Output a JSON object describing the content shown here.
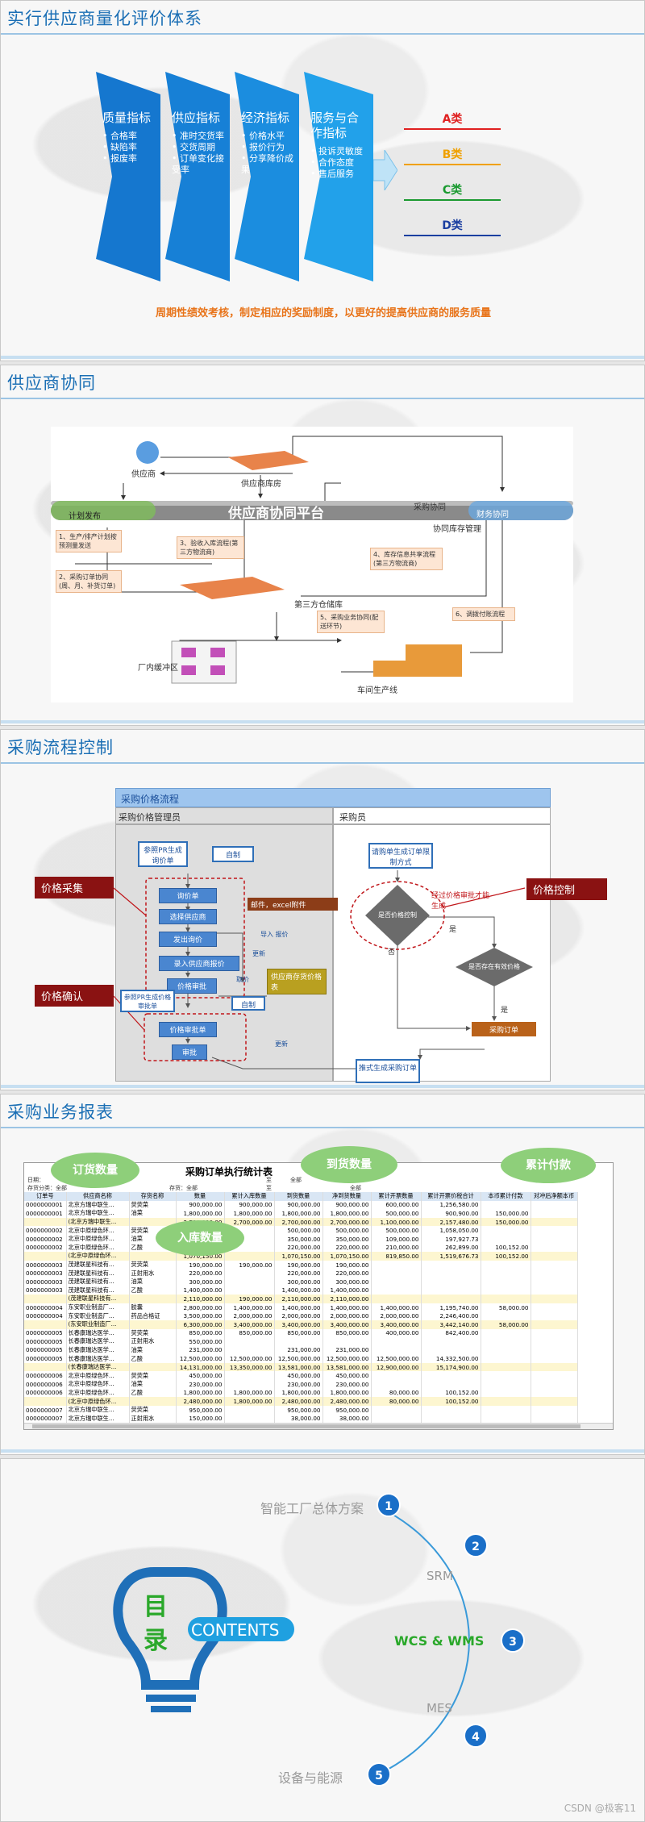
{
  "slides": {
    "s1": {
      "title": "实行供应商量化评价体系",
      "columns": [
        {
          "title": "质量指标",
          "items": [
            "合格率",
            "缺陷率",
            "报废率"
          ]
        },
        {
          "title": "供应指标",
          "items": [
            "准时交货率",
            "交货周期",
            "订单变化接受率"
          ]
        },
        {
          "title": "经济指标",
          "items": [
            "价格水平",
            "报价行为",
            "分享降价成果"
          ]
        },
        {
          "title": "服务与合作指标",
          "items": [
            "投诉灵敏度",
            "合作态度",
            "售后服务"
          ]
        }
      ],
      "grades": [
        "A类",
        "B类",
        "C类",
        "D类"
      ],
      "grade_colors": [
        "#e02020",
        "#f0a000",
        "#1a9a30",
        "#1b3fa0"
      ],
      "note": "周期性绩效考核，制定相应的奖励制度，以更好的提高供应商的服务质量"
    },
    "s2": {
      "title": "供应商协同",
      "platform": "供应商协同平台",
      "labels": {
        "supplier": "供应商",
        "warehouse": "供应商库房",
        "plan": "计划发布",
        "collab": "采购协同",
        "fin": "财务协同",
        "inv": "协同库存管理",
        "third": "第三方仓储库",
        "buffer": "厂内缓冲区",
        "line": "车间生产线"
      },
      "notes": [
        "1、生产/排产计划按预测量发送",
        "2、采购订单协同(周、月、补货订单)",
        "3、验收入库流程(第三方物流商)",
        "4、库存信息共享流程(第三方物流商)",
        "5、采购业务协同(配送环节)",
        "6、调拨付账流程"
      ]
    },
    "s3": {
      "title": "采购流程控制",
      "header": "采购价格流程",
      "lane1": "采购价格管理员",
      "lane2": "采购员",
      "boxes": {
        "ref_pr": "参照PR生成询价单",
        "self": "自制",
        "inquiry": "询价单",
        "select": "选择供应商",
        "send": "发出询价",
        "entry": "录入供应商报价",
        "approve_price": "价格审批",
        "ref_pr2": "参照PR生成价格审批单",
        "self2": "自制",
        "price_approval": "价格审批单",
        "review": "审批",
        "supplier_list": "供应商存货价格表",
        "mail": "邮件，excel附件",
        "import": "导入 报价",
        "update": "更新",
        "fetch": "取价",
        "update2": "更新",
        "req": "请购单生成订单限制方式",
        "control": "是否价格控制",
        "valid": "是否存在有效价格",
        "po": "采购订单",
        "push": "推式生成采购订单",
        "yes": "是",
        "no": "否",
        "yes2": "是",
        "warn": "经过价格审批才能生成"
      },
      "callouts": [
        "价格采集",
        "价格确认",
        "价格控制"
      ]
    },
    "s4": {
      "title": "采购业务报表",
      "report_title": "采购订单执行统计表",
      "meta1": "日期：",
      "meta2": "存货分类：全部",
      "meta3": "存货：全部",
      "meta4": "至",
      "meta5": "全部",
      "meta6": "至",
      "meta7": "全部",
      "bubbles": [
        "订货数量",
        "到货数量",
        "累计付款",
        "入库数量"
      ],
      "headers": [
        "订单号",
        "供应商名称",
        "存货名称",
        "数量",
        "累计入库数量",
        "到货数量",
        "净到货数量",
        "累计开票数量",
        "累计开票价税合计",
        "本币累计付款",
        "对冲后净额本币"
      ],
      "rows": [
        [
          "0000000001",
          "北京方瑞中联生...",
          "荧荧菜",
          "900,000.00",
          "900,000.00",
          "900,000.00",
          "900,000.00",
          "600,000.00",
          "1,256,580.00",
          "",
          ""
        ],
        [
          "0000000001",
          "北京方瑞中联生...",
          "油菜",
          "1,800,000.00",
          "1,800,000.00",
          "1,800,000.00",
          "1,800,000.00",
          "500,000.00",
          "900,900.00",
          "150,000.00",
          ""
        ],
        [
          "",
          "(北京方瑞中联生...",
          "",
          "2,700,000.00",
          "2,700,000.00",
          "2,700,000.00",
          "2,700,000.00",
          "1,100,000.00",
          "2,157,480.00",
          "150,000.00",
          ""
        ],
        [
          "0000000002",
          "北京中原绿色环...",
          "荧荧菜",
          "500,000.00",
          "",
          "500,000.00",
          "500,000.00",
          "500,000.00",
          "1,058,050.00",
          "",
          ""
        ],
        [
          "0000000002",
          "北京中原绿色环...",
          "油菜",
          "350,000.00",
          "",
          "350,000.00",
          "350,000.00",
          "109,000.00",
          "197,927.73",
          "",
          ""
        ],
        [
          "0000000002",
          "北京中原绿色环...",
          "乙酸",
          "220,000.00",
          "",
          "220,000.00",
          "220,000.00",
          "210,000.00",
          "262,899.00",
          "100,152.00",
          ""
        ],
        [
          "",
          "(北京中原绿色环...",
          "",
          "1,070,150.00",
          "",
          "1,070,150.00",
          "1,070,150.00",
          "819,850.00",
          "1,519,676.73",
          "100,152.00",
          ""
        ],
        [
          "0000000003",
          "茂建联星科技有...",
          "荧荧菜",
          "190,000.00",
          "190,000.00",
          "190,000.00",
          "190,000.00",
          "",
          "",
          "",
          ""
        ],
        [
          "0000000003",
          "茂建联星科技有...",
          "正射用水",
          "220,000.00",
          "",
          "220,000.00",
          "220,000.00",
          "",
          "",
          "",
          ""
        ],
        [
          "0000000003",
          "茂建联星科技有...",
          "油菜",
          "300,000.00",
          "",
          "300,000.00",
          "300,000.00",
          "",
          "",
          "",
          ""
        ],
        [
          "0000000003",
          "茂建联星科技有...",
          "乙酸",
          "1,400,000.00",
          "",
          "1,400,000.00",
          "1,400,000.00",
          "",
          "",
          "",
          ""
        ],
        [
          "",
          "(茂建联星科技有...",
          "",
          "2,110,000.00",
          "190,000.00",
          "2,110,000.00",
          "2,110,000.00",
          "",
          "",
          "",
          ""
        ],
        [
          "0000000004",
          "东安职业制造厂...",
          "胶囊",
          "2,800,000.00",
          "1,400,000.00",
          "1,400,000.00",
          "1,400,000.00",
          "1,400,000.00",
          "1,195,740.00",
          "58,000.00",
          ""
        ],
        [
          "0000000004",
          "东安职业制造厂...",
          "药品合格证",
          "3,500,000.00",
          "2,000,000.00",
          "2,000,000.00",
          "2,000,000.00",
          "2,000,000.00",
          "2,246,400.00",
          "",
          ""
        ],
        [
          "",
          "(东安职业制造厂...",
          "",
          "6,300,000.00",
          "3,400,000.00",
          "3,400,000.00",
          "3,400,000.00",
          "3,400,000.00",
          "3,442,140.00",
          "58,000.00",
          ""
        ],
        [
          "0000000005",
          "长春康瑞达医学...",
          "荧荧菜",
          "850,000.00",
          "850,000.00",
          "850,000.00",
          "850,000.00",
          "400,000.00",
          "842,400.00",
          "",
          ""
        ],
        [
          "0000000005",
          "长春康瑞达医学...",
          "正射用水",
          "550,000.00",
          "",
          "",
          "",
          "",
          "",
          "",
          ""
        ],
        [
          "0000000005",
          "长春康瑞达医学...",
          "油菜",
          "231,000.00",
          "",
          "231,000.00",
          "231,000.00",
          "",
          "",
          "",
          ""
        ],
        [
          "0000000005",
          "长春康瑞达医学...",
          "乙酸",
          "12,500,000.00",
          "12,500,000.00",
          "12,500,000.00",
          "12,500,000.00",
          "12,500,000.00",
          "14,332,500.00",
          "",
          ""
        ],
        [
          "",
          "(长春康瑞达医学...",
          "",
          "14,131,000.00",
          "13,350,000.00",
          "13,581,000.00",
          "13,581,000.00",
          "12,900,000.00",
          "15,174,900.00",
          "",
          ""
        ],
        [
          "0000000006",
          "北京中原绿色环...",
          "荧荧菜",
          "450,000.00",
          "",
          "450,000.00",
          "450,000.00",
          "",
          "",
          "",
          ""
        ],
        [
          "0000000006",
          "北京中原绿色环...",
          "油菜",
          "230,000.00",
          "",
          "230,000.00",
          "230,000.00",
          "",
          "",
          "",
          ""
        ],
        [
          "0000000006",
          "北京中原绿色环...",
          "乙酸",
          "1,800,000.00",
          "1,800,000.00",
          "1,800,000.00",
          "1,800,000.00",
          "80,000.00",
          "100,152.00",
          "",
          ""
        ],
        [
          "",
          "(北京中原绿色环...",
          "",
          "2,480,000.00",
          "1,800,000.00",
          "2,480,000.00",
          "2,480,000.00",
          "80,000.00",
          "100,152.00",
          "",
          ""
        ],
        [
          "0000000007",
          "北京方瑞中联生...",
          "荧荧菜",
          "950,000.00",
          "",
          "950,000.00",
          "950,000.00",
          "",
          "",
          "",
          ""
        ],
        [
          "0000000007",
          "北京方瑞中联生...",
          "正射用水",
          "150,000.00",
          "",
          "38,000.00",
          "38,000.00",
          "",
          "",
          "",
          ""
        ]
      ],
      "highlight_rows": [
        2,
        6,
        11,
        14,
        19,
        23
      ]
    },
    "s5": {
      "word1": "目",
      "word2": "录",
      "contents": "CONTENTS",
      "items": [
        {
          "n": "1",
          "label": "智能工厂总体方案"
        },
        {
          "n": "2",
          "label": "SRM"
        },
        {
          "n": "3",
          "label": "WCS & WMS"
        },
        {
          "n": "4",
          "label": "MES"
        },
        {
          "n": "5",
          "label": "设备与能源"
        }
      ],
      "watermark": "CSDN @极客11"
    }
  }
}
